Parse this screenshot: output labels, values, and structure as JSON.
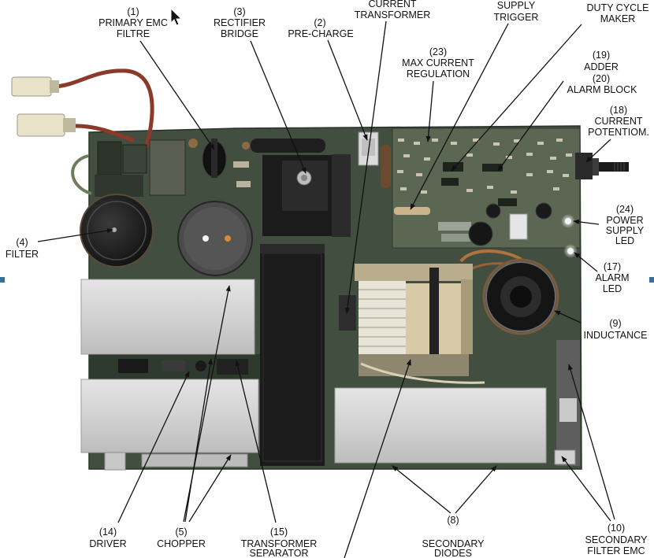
{
  "labels": {
    "primary_emc_filtre": {
      "number": "(1)",
      "line1": "PRIMARY EMC",
      "line2": "FILTRE"
    },
    "rectifier_bridge": {
      "number": "(3)",
      "line1": "RECTIFIER",
      "line2": "BRIDGE"
    },
    "pre_charge": {
      "number": "(2)",
      "line1": "PRE-CHARGE"
    },
    "current_transformer": {
      "line1": "CURRENT",
      "line2": "TRANSFORMER"
    },
    "supply_trigger": {
      "line1": "SUPPLY",
      "line2": "TRIGGER"
    },
    "duty_cycle_maker": {
      "line1": "DUTY CYCLE",
      "line2": "MAKER"
    },
    "max_current_regulation": {
      "number": "(23)",
      "line1": "MAX CURRENT",
      "line2": "REGULATION"
    },
    "adder_alarm_block": {
      "number1": "(19)",
      "line1": "ADDER",
      "number2": "(20)",
      "line2": "ALARM BLOCK"
    },
    "current_potentiometer": {
      "number": "(18)",
      "line1": "CURRENT",
      "line2": "POTENTIOM."
    },
    "power_supply_led": {
      "number": "(24)",
      "line1": "POWER",
      "line2": "SUPPLY",
      "line3": "LED"
    },
    "alarm_led": {
      "number": "(17)",
      "line1": "ALARM",
      "line2": "LED"
    },
    "inductance": {
      "number": "(9)",
      "line1": "INDUCTANCE"
    },
    "filter": {
      "number": "(4)",
      "line1": "FILTER"
    },
    "driver": {
      "number": "(14)",
      "line1": "DRIVER"
    },
    "chopper": {
      "number": "(5)",
      "line1": "CHOPPER"
    },
    "transformer_separator": {
      "number": "(15)",
      "line1": "TRANSFORMER",
      "line2": "SEPARATOR"
    },
    "secondary_diodes": {
      "number": "(8)",
      "line1": "SECONDARY",
      "line2": "DIODES"
    },
    "secondary_filter_emc": {
      "number": "(10)",
      "line1": "SECONDARY",
      "line2": "FILTER EMC"
    }
  },
  "icons": {
    "cursor": "mouse-cursor-icon"
  },
  "colors": {
    "background": "#ffffff",
    "text": "#111111",
    "leader": "#111111",
    "board": "#424e40",
    "control_board": "#5b6752",
    "core": "#1b1b1b",
    "winding": "#d8caa6",
    "wire_red": "#8b3a2a",
    "connector": "#e8e3c8",
    "marker": "#3a6f9c"
  }
}
